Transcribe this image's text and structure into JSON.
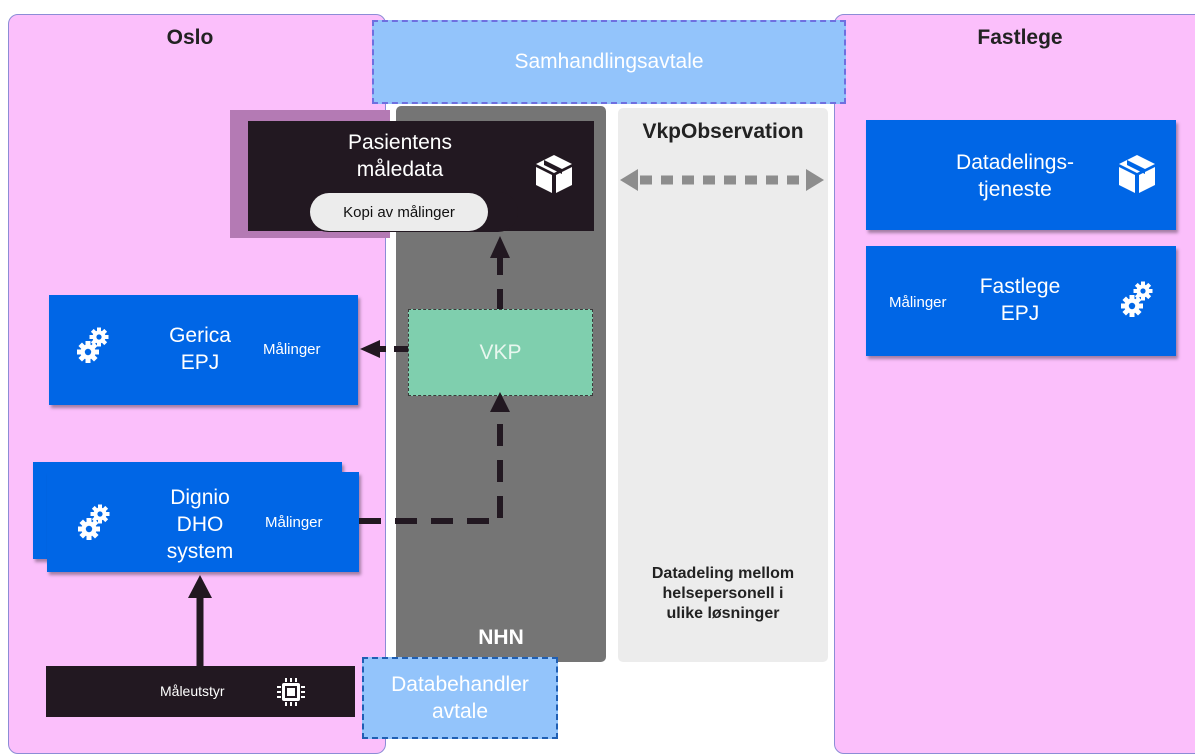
{
  "zones": {
    "oslo": "Oslo",
    "fastlege": "Fastlege",
    "nhn": "NHN",
    "vkpobservation": "VkpObservation"
  },
  "agreements": {
    "samhandling": "Samhandlingsavtale",
    "databehandler": "Databehandler avtale"
  },
  "patient_data": {
    "title_line1": "Pasientens",
    "title_line2": "måledata",
    "copy": "Kopi av målinger"
  },
  "vkp": "VKP",
  "gerica": {
    "line1": "Gerica",
    "line2": "EPJ",
    "label": "Målinger"
  },
  "dignio": {
    "line1": "Dignio",
    "line2": "DHO",
    "line3": "system",
    "label": "Målinger"
  },
  "device": "Måleutstyr",
  "datadeling": {
    "line1": "Datadelings-",
    "line2": "tjeneste"
  },
  "fastlege_epj": {
    "line1": "Fastlege",
    "line2": "EPJ",
    "label": "Målinger"
  },
  "observation_desc": {
    "line1": "Datadeling mellom",
    "line2": "helsepersonell i",
    "line3": "ulike løsninger"
  },
  "icons": [
    "gears-icon",
    "package-icon",
    "chip-icon"
  ],
  "colors": {
    "zone_pink": "#fbbffb",
    "blue_box": "#0066e6",
    "nhn_gray": "#757575",
    "observation_gray": "#ececec",
    "vkp_green": "#7fcfae",
    "agreement_blue": "#93c4fb",
    "dark": "#221821"
  }
}
